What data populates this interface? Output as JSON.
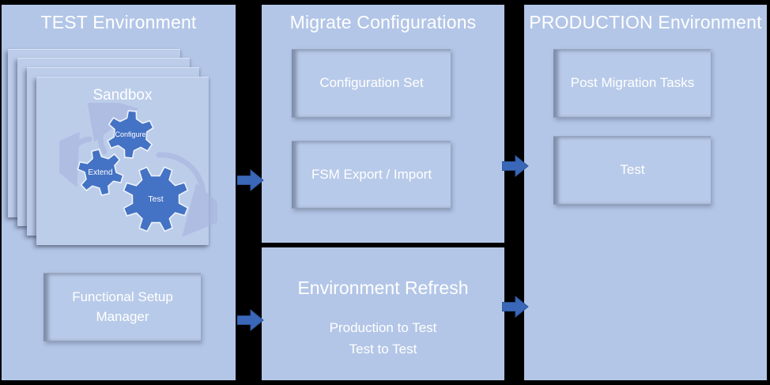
{
  "colors": {
    "background": "#000000",
    "panel_blue": "#b3c6e7",
    "card_blue": "#bccdea",
    "accent_blue": "#4472c4",
    "arrow_blue": "#3b67b9",
    "text": "#ffffff"
  },
  "panels": {
    "test": {
      "title": "TEST Environment",
      "sandbox": {
        "label": "Sandbox",
        "gears": [
          {
            "label": "Configure"
          },
          {
            "label": "Extend"
          },
          {
            "label": "Test"
          }
        ]
      },
      "fsm_box": {
        "label": "Functional Setup Manager"
      }
    },
    "migrate": {
      "title": "Migrate Configurations",
      "boxes": [
        {
          "label": "Configuration Set"
        },
        {
          "label": "FSM Export / Import"
        }
      ]
    },
    "refresh": {
      "title": "Environment Refresh",
      "lines": [
        "Production to Test",
        "Test to Test"
      ]
    },
    "production": {
      "title": "PRODUCTION Environment",
      "boxes": [
        {
          "label": "Post Migration Tasks"
        },
        {
          "label": "Test"
        }
      ]
    }
  },
  "arrows": {
    "glyph": "right-block-arrow",
    "count": 4
  }
}
